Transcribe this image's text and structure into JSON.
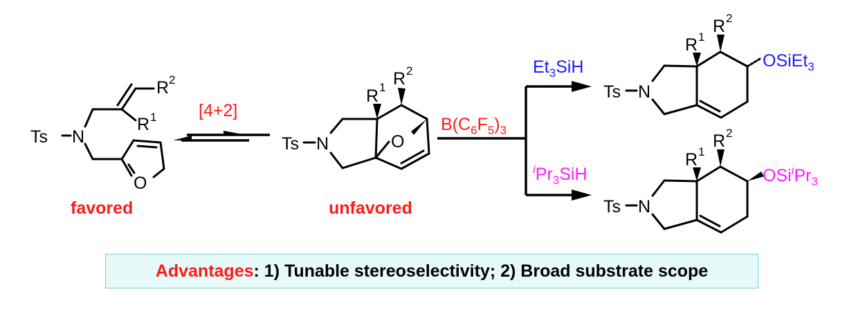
{
  "colors": {
    "red": "#ff1a1a",
    "blue": "#1a1aff",
    "magenta": "#ff1aff",
    "box_fill": "#e6fafa",
    "box_border": "#6fcfd6"
  },
  "atoms": {
    "ts": "Ts",
    "n": "N",
    "o": "O",
    "r": "R",
    "r1_sup": "1",
    "r2_sup": "2"
  },
  "reactions": {
    "cycloaddition": "[4+2]",
    "catalyst_main": "B(C",
    "catalyst_sub1": "6",
    "catalyst_mid": "F",
    "catalyst_sub2": "5",
    "catalyst_close": ")",
    "catalyst_sub3": "3",
    "silane_top_a": "Et",
    "silane_top_sub": "3",
    "silane_top_b": "SiH",
    "silane_bottom_sup": "i",
    "silane_bottom_a": "Pr",
    "silane_bottom_sub": "3",
    "silane_bottom_b": "SiH"
  },
  "products": {
    "top_group_a": "OSiEt",
    "top_group_sub": "3",
    "bottom_group_a": "OSi",
    "bottom_group_sup": "i",
    "bottom_group_b": "Pr",
    "bottom_group_sub": "3"
  },
  "labels": {
    "favored": "favored",
    "unfavored": "unfavored"
  },
  "advantages": {
    "prefix": "Advantages",
    "text": ": 1) Tunable stereoselectivity; 2) Broad substrate scope"
  }
}
